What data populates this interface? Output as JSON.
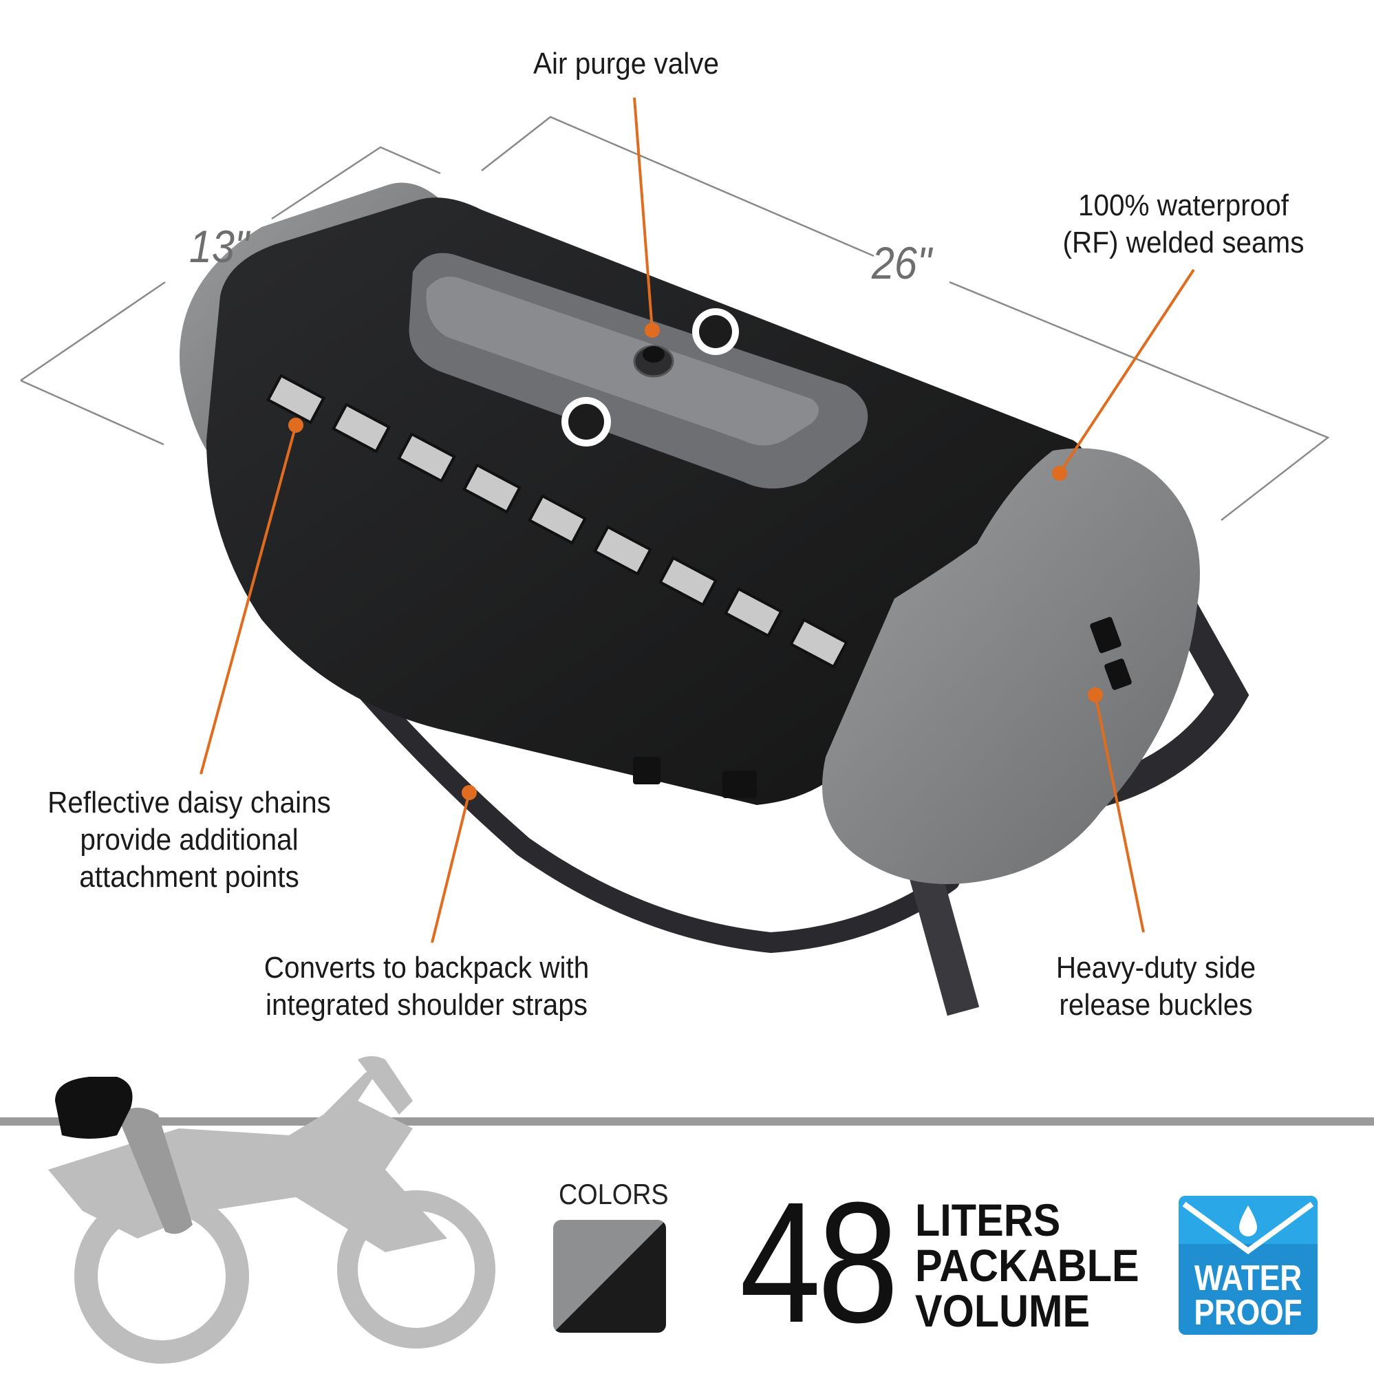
{
  "dimensions": {
    "depth": "13\"",
    "length": "26\""
  },
  "callouts": {
    "air_purge_valve": "Air purge valve",
    "welded_seams": [
      "100% waterproof",
      "(RF) welded seams"
    ],
    "daisy_chains": [
      "Reflective daisy chains",
      "provide additional",
      "attachment points"
    ],
    "backpack": [
      "Converts to backpack with",
      "integrated shoulder straps"
    ],
    "buckles": [
      "Heavy-duty side",
      "release buckles"
    ]
  },
  "colors_section": {
    "label": "COLORS",
    "swatch_colors": [
      "#8d8f91",
      "#1b1b1b"
    ]
  },
  "volume": {
    "number": "48",
    "lines": [
      "LITERS",
      "PACKABLE",
      "VOLUME"
    ]
  },
  "badge": {
    "lines": [
      "WATER",
      "PROOF"
    ],
    "color": "#1f8fd1"
  },
  "accent_color": "#e06c1f",
  "icons": [
    "water-drop-icon",
    "motorcycle-silhouette"
  ]
}
